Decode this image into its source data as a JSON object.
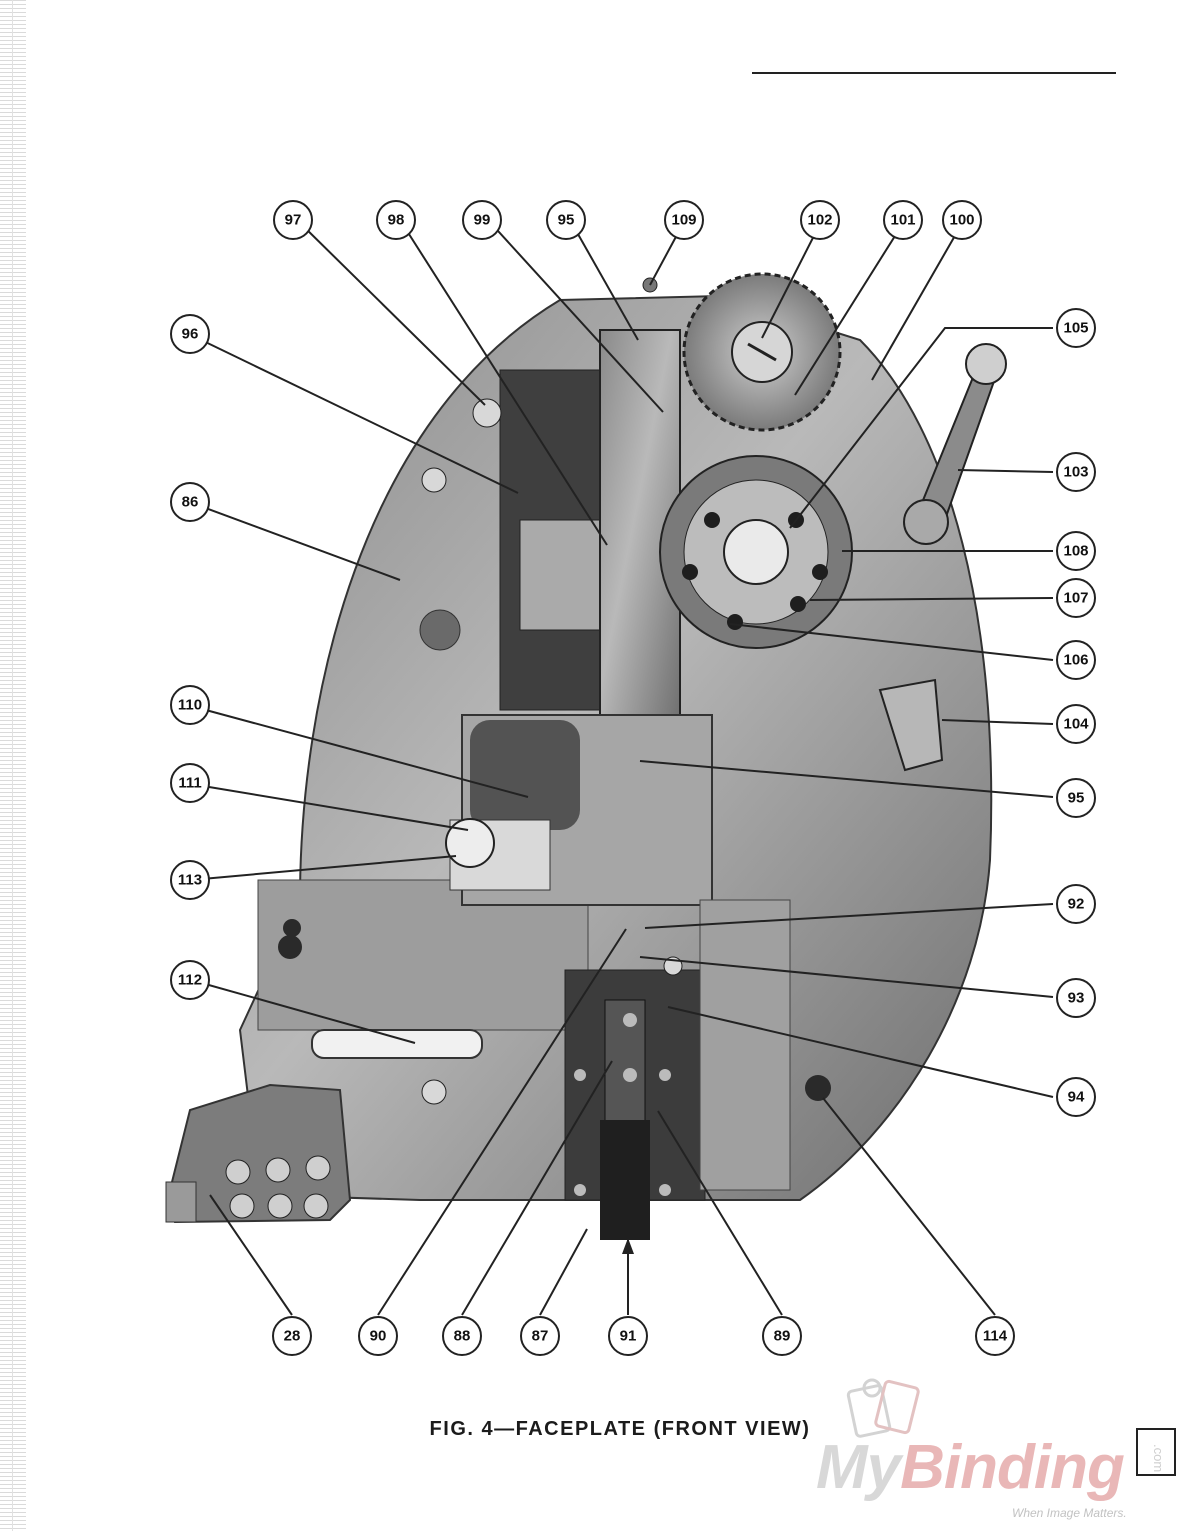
{
  "figure": {
    "caption": "FIG. 4—FACEPLATE (FRONT VIEW)",
    "callouts": [
      "97",
      "98",
      "99",
      "95",
      "109",
      "102",
      "101",
      "100",
      "96",
      "105",
      "86",
      "103",
      "108",
      "107",
      "106",
      "110",
      "104",
      "95",
      "111",
      "113",
      "92",
      "93",
      "112",
      "94",
      "28",
      "90",
      "88",
      "87",
      "91",
      "89",
      "114"
    ]
  },
  "watermark": {
    "brand_start": "My",
    "brand_accent": "Binding",
    "suffix": ".com",
    "tagline": "When Image Matters."
  },
  "colors": {
    "ink": "#1a1a1a",
    "watermark": "#d8d8d8",
    "watermark_accent": "#e9b7b7"
  }
}
